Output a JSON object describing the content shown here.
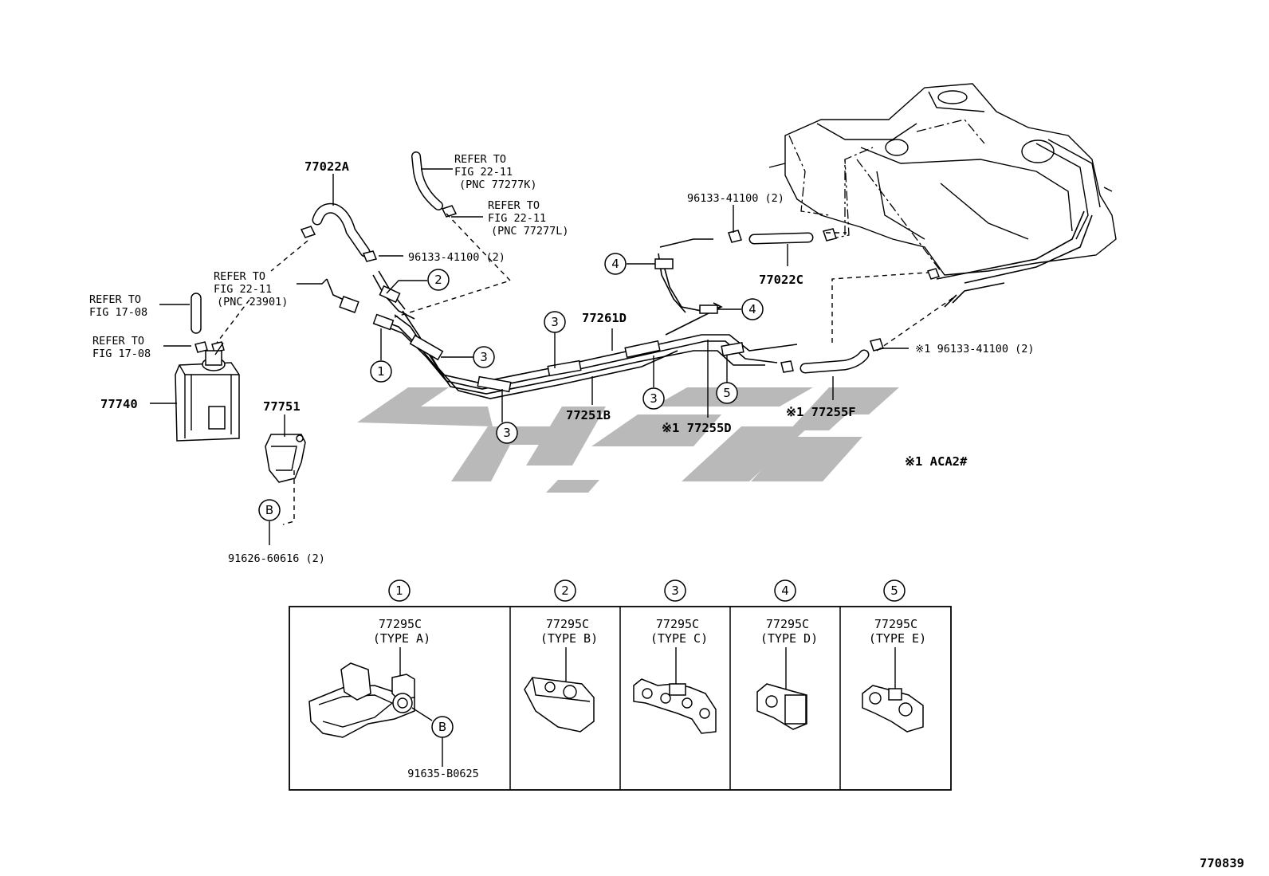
{
  "diagram_id": "770839",
  "notes": {
    "aca": "※1  ACA2#"
  },
  "parts": {
    "p77022A": "77022A",
    "p77740": "77740",
    "p77751": "77751",
    "p91626": "91626-60616 (2)",
    "p96133_a": "96133-41100 (2)",
    "p96133_b": "96133-41100 (2)",
    "p96133_c": "※1 96133-41100 (2)",
    "p77261D": "77261D",
    "p77251B": "77251B",
    "p77255D": "※1 77255D",
    "p77255F": "※1 77255F",
    "p77022C": "77022C"
  },
  "refs": {
    "r1": [
      "REFER TO",
      "FIG 22-11",
      "(PNC 77277K)"
    ],
    "r2": [
      "REFER TO",
      "FIG 22-11",
      "(PNC 77277L)"
    ],
    "r3": [
      "REFER TO",
      "FIG 22-11",
      "(PNC 23901)"
    ],
    "r4": [
      "REFER TO",
      "FIG 17-08"
    ],
    "r5": [
      "REFER TO",
      "FIG 17-08"
    ]
  },
  "callouts": {
    "c1": "1",
    "c2": "2",
    "c3a": "3",
    "c3b": "3",
    "c3c": "3",
    "c3d": "3",
    "c4a": "4",
    "c4b": "4",
    "c5": "5",
    "cB": "B"
  },
  "clamp_table": [
    {
      "num": "1",
      "part": "77295C",
      "type": "(TYPE A)",
      "extra_part": "91635-B0625",
      "extra_callout": "B"
    },
    {
      "num": "2",
      "part": "77295C",
      "type": "(TYPE B)"
    },
    {
      "num": "3",
      "part": "77295C",
      "type": "(TYPE C)"
    },
    {
      "num": "4",
      "part": "77295C",
      "type": "(TYPE D)"
    },
    {
      "num": "5",
      "part": "77295C",
      "type": "(TYPE E)"
    }
  ]
}
